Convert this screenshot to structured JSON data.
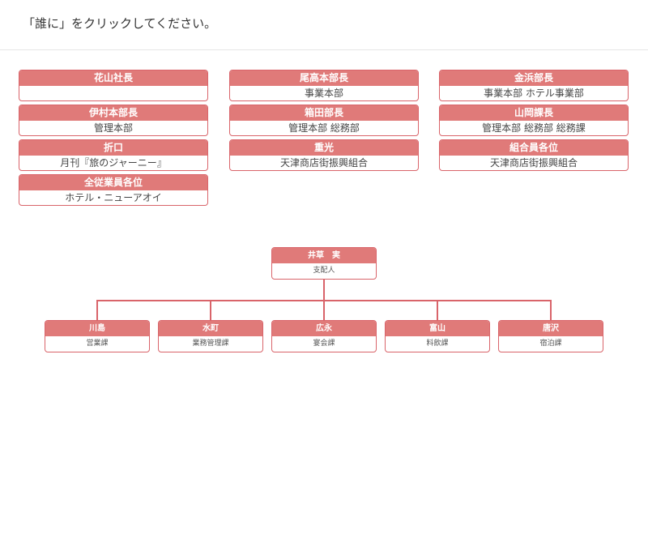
{
  "header": {
    "instruction": "「誰に」をクリックしてください。"
  },
  "cards": [
    {
      "name": "花山社長",
      "sub": ""
    },
    {
      "name": "尾高本部長",
      "sub": "事業本部"
    },
    {
      "name": "金浜部長",
      "sub": "事業本部 ホテル事業部"
    },
    {
      "name": "伊村本部長",
      "sub": "管理本部"
    },
    {
      "name": "箱田部長",
      "sub": "管理本部 総務部"
    },
    {
      "name": "山岡課長",
      "sub": "管理本部 総務部 総務課"
    },
    {
      "name": "折口",
      "sub": "月刊『旅のジャーニー』"
    },
    {
      "name": "重光",
      "sub": "天津商店街振興組合"
    },
    {
      "name": "組合員各位",
      "sub": "天津商店街振興組合"
    },
    {
      "name": "全従業員各位",
      "sub": "ホテル・ニューアオイ"
    }
  ],
  "org": {
    "root": {
      "name": "井草　実",
      "sub": "支配人"
    },
    "children": [
      {
        "name": "川島",
        "sub": "営業課"
      },
      {
        "name": "水町",
        "sub": "業務管理課"
      },
      {
        "name": "広永",
        "sub": "宴会課"
      },
      {
        "name": "富山",
        "sub": "料飲課"
      },
      {
        "name": "唐沢",
        "sub": "宿泊課"
      }
    ]
  },
  "colors": {
    "accent": "#e07a79",
    "border": "#d9646a"
  }
}
